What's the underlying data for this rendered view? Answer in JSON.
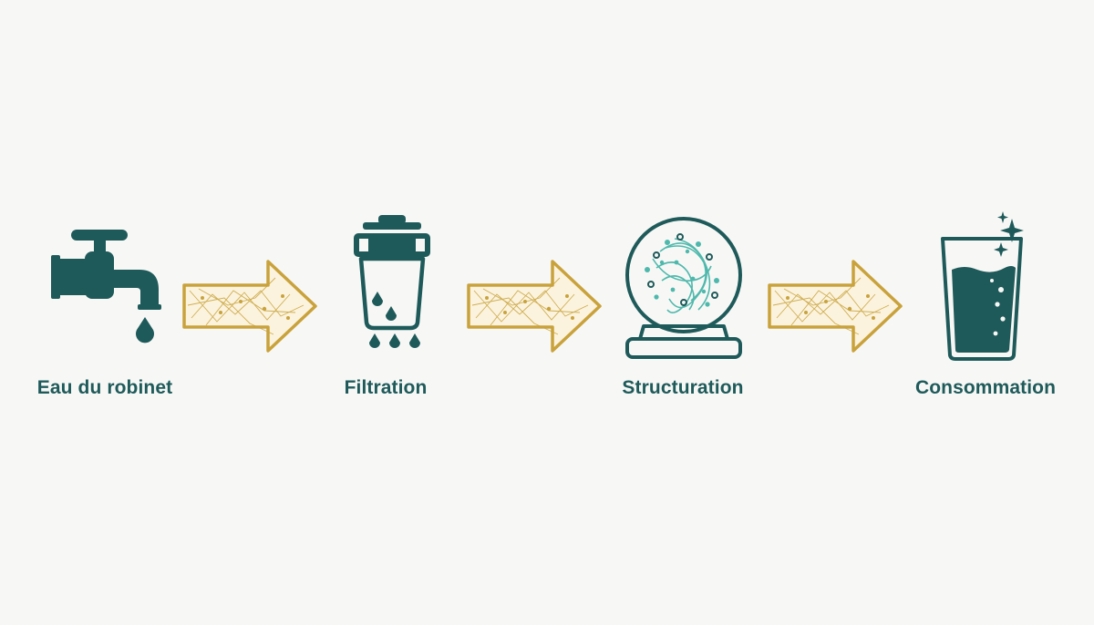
{
  "colors": {
    "icon": "#1f5a5a",
    "accent": "#4fb8ac",
    "arrow_stroke": "#c9a23c",
    "arrow_fill": "#fbf3dd",
    "background": "#f7f8f6"
  },
  "steps": [
    {
      "label": "Eau du robinet",
      "icon": "faucet-icon"
    },
    {
      "label": "Filtration",
      "icon": "water-filter-icon"
    },
    {
      "label": "Structuration",
      "icon": "structuring-globe-icon"
    },
    {
      "label": "Consommation",
      "icon": "water-glass-icon"
    }
  ],
  "connectors": [
    "arrow-icon",
    "arrow-icon",
    "arrow-icon"
  ]
}
